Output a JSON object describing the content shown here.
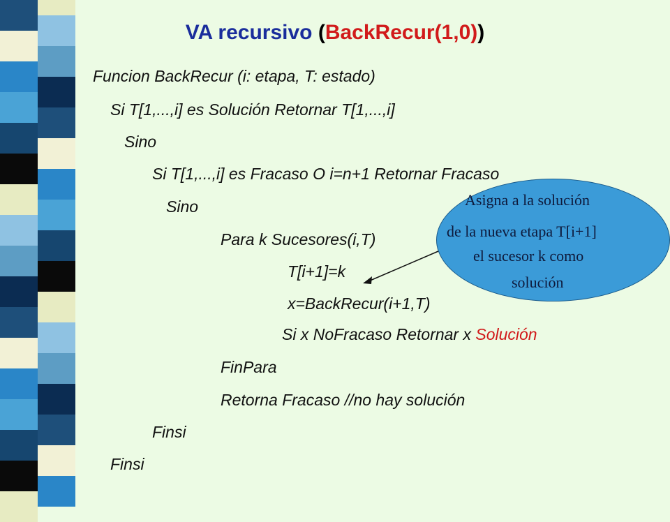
{
  "title": {
    "part1": "VA recursivo ",
    "paren_open": "(",
    "call": "BackRecur(1,0)",
    "paren_close": ")"
  },
  "code": [
    "Funcion BackRecur (i: etapa, T: estado)",
    "Si T[1,...,i] es Solución Retornar T[1,...,i]",
    "Sino",
    "Si T[1,...,i] es Fracaso O i=n+1 Retornar Fracaso",
    "Sino",
    "Para k Sucesores(i,T)",
    "T[i+1]=k",
    "x=BackRecur(i+1,T)",
    "Si x NoFracaso Retornar x ",
    "FinPara",
    "Retorna Fracaso  //no hay solución",
    "Finsi",
    "Finsi"
  ],
  "code_highlight": "Solución",
  "callout": {
    "line1": "Asigna  a la solución",
    "line2": "de la nueva etapa T[i+1]",
    "line3": "el sucesor  k como",
    "line4": "solución"
  },
  "colors": {
    "title_blue": "#1a2d9c",
    "highlight_red": "#d11a1a",
    "background": "#ecfbe4",
    "callout_fill": "#3b9bd8"
  }
}
